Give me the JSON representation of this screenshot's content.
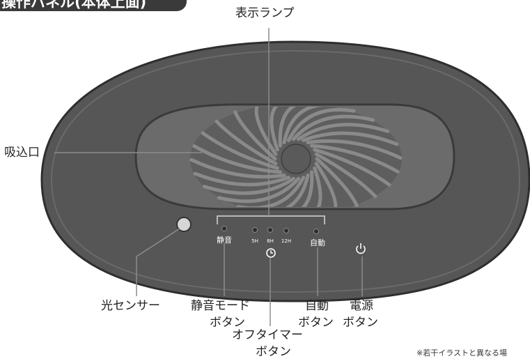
{
  "header": {
    "title": "操作パネル(本体上面)"
  },
  "callouts": {
    "indicator_lamp": "表示ランプ",
    "intake": "吸込口",
    "light_sensor": "光センサー",
    "quiet_mode_button": [
      "静音モード",
      "ボタン"
    ],
    "off_timer_button": [
      "オフタイマー",
      "ボタン"
    ],
    "auto_button": [
      "自動",
      "ボタン"
    ],
    "power_button": [
      "電源",
      "ボタン"
    ]
  },
  "panel": {
    "quiet_label": "静音",
    "timer_5h": "5H",
    "timer_8h": "8H",
    "timer_12h": "12H",
    "auto_label": "自動",
    "timer_icon": "clock-icon",
    "power_icon": "power-icon"
  },
  "footnote": "※若干イラストと異なる場",
  "colors": {
    "body": "#555555",
    "body_edge": "#2f2f2f",
    "recess": "#6e6e6e",
    "label_bar": "#3a3a3a"
  }
}
